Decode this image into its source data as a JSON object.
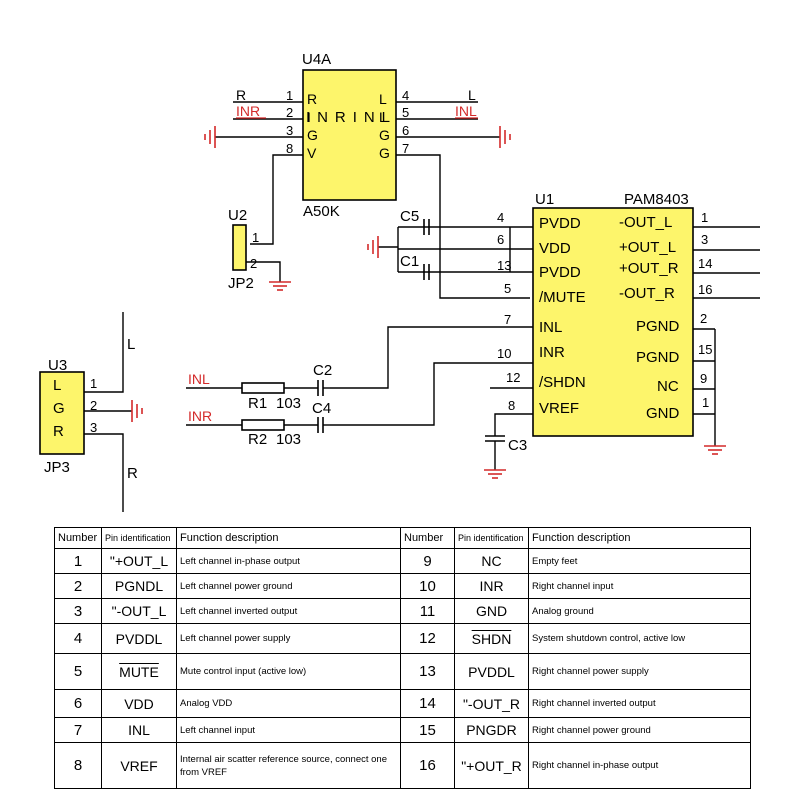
{
  "schematic": {
    "u4a": {
      "ref": "U4A",
      "part": "A50K",
      "inner_label": "INRINL",
      "left_letters": [
        "R",
        "I",
        "G",
        "V"
      ],
      "right_letters": [
        "L",
        "L",
        "G",
        "G"
      ],
      "left_pins": [
        "1",
        "2",
        "3",
        "8"
      ],
      "right_pins": [
        "4",
        "5",
        "6",
        "7"
      ],
      "net_r": "R",
      "net_inr": "INR",
      "net_l": "L",
      "net_inl": "INL"
    },
    "u2": {
      "ref": "U2",
      "label": "JP2",
      "pins": [
        "1",
        "2"
      ]
    },
    "u3": {
      "ref": "U3",
      "label": "JP3",
      "letters": [
        "L",
        "G",
        "R"
      ],
      "pins": [
        "1",
        "2",
        "3"
      ],
      "net_l": "L",
      "net_r": "R"
    },
    "u1": {
      "ref": "U1",
      "part": "PAM8403",
      "left_pins": [
        {
          "num": "4",
          "name": "PVDD"
        },
        {
          "num": "6",
          "name": "VDD"
        },
        {
          "num": "13",
          "name": "PVDD"
        },
        {
          "num": "5",
          "name": "/MUTE"
        },
        {
          "num": "7",
          "name": "INL"
        },
        {
          "num": "10",
          "name": "INR"
        },
        {
          "num": "12",
          "name": "/SHDN"
        },
        {
          "num": "8",
          "name": "VREF"
        }
      ],
      "right_pins": [
        {
          "num": "1",
          "name": "-OUT_L"
        },
        {
          "num": "3",
          "name": "+OUT_L"
        },
        {
          "num": "14",
          "name": "+OUT_R"
        },
        {
          "num": "16",
          "name": "-OUT_R"
        },
        {
          "num": "2",
          "name": "PGND"
        },
        {
          "num": "15",
          "name": "PGND"
        },
        {
          "num": "9",
          "name": "NC"
        },
        {
          "num": "1",
          "name": "GND"
        }
      ]
    },
    "caps": {
      "c1": "C1",
      "c2": "C2",
      "c3": "C3",
      "c4": "C4",
      "c5": "C5"
    },
    "resistors": {
      "r1": "R1",
      "r1_value": "103",
      "r2": "R2",
      "r2_value": "103"
    },
    "inputs": {
      "inl": "INL",
      "inr": "INR"
    }
  },
  "table": {
    "headers": [
      "Number",
      "Pin identification",
      "Function description",
      "Number",
      "Pin identification",
      "Function description"
    ],
    "rows": [
      {
        "n1": "1",
        "p1": "\"+OUT_L",
        "f1": "Left channel in-phase output",
        "n2": "9",
        "p2": "NC",
        "f2": "Empty feet"
      },
      {
        "n1": "2",
        "p1": "PGNDL",
        "f1": "Left channel power ground",
        "n2": "10",
        "p2": "INR",
        "f2": "Right channel input"
      },
      {
        "n1": "3",
        "p1": "\"-OUT_L",
        "f1": "Left channel inverted output",
        "n2": "11",
        "p2": "GND",
        "f2": "Analog ground"
      },
      {
        "n1": "4",
        "p1": "PVDDL",
        "f1": "Left channel power supply",
        "n2": "12",
        "p2": "SHDN",
        "f2": "System shutdown control, active low"
      },
      {
        "n1": "5",
        "p1": "MUTE",
        "f1": "Mute control input (active low)",
        "n2": "13",
        "p2": "PVDDL",
        "f2": "Right channel power supply"
      },
      {
        "n1": "6",
        "p1": "VDD",
        "f1": "Analog VDD",
        "n2": "14",
        "p2": "\"-OUT_R",
        "f2": "Right channel inverted output"
      },
      {
        "n1": "7",
        "p1": "INL",
        "f1": "Left channel input",
        "n2": "15",
        "p2": "PNGDR",
        "f2": "Right channel power ground"
      },
      {
        "n1": "8",
        "p1": "VREF",
        "f1": "Internal air scatter reference source, connect one from VREF",
        "n2": "16",
        "p2": "\"+OUT_R",
        "f2": "Right channel in-phase output"
      }
    ]
  }
}
